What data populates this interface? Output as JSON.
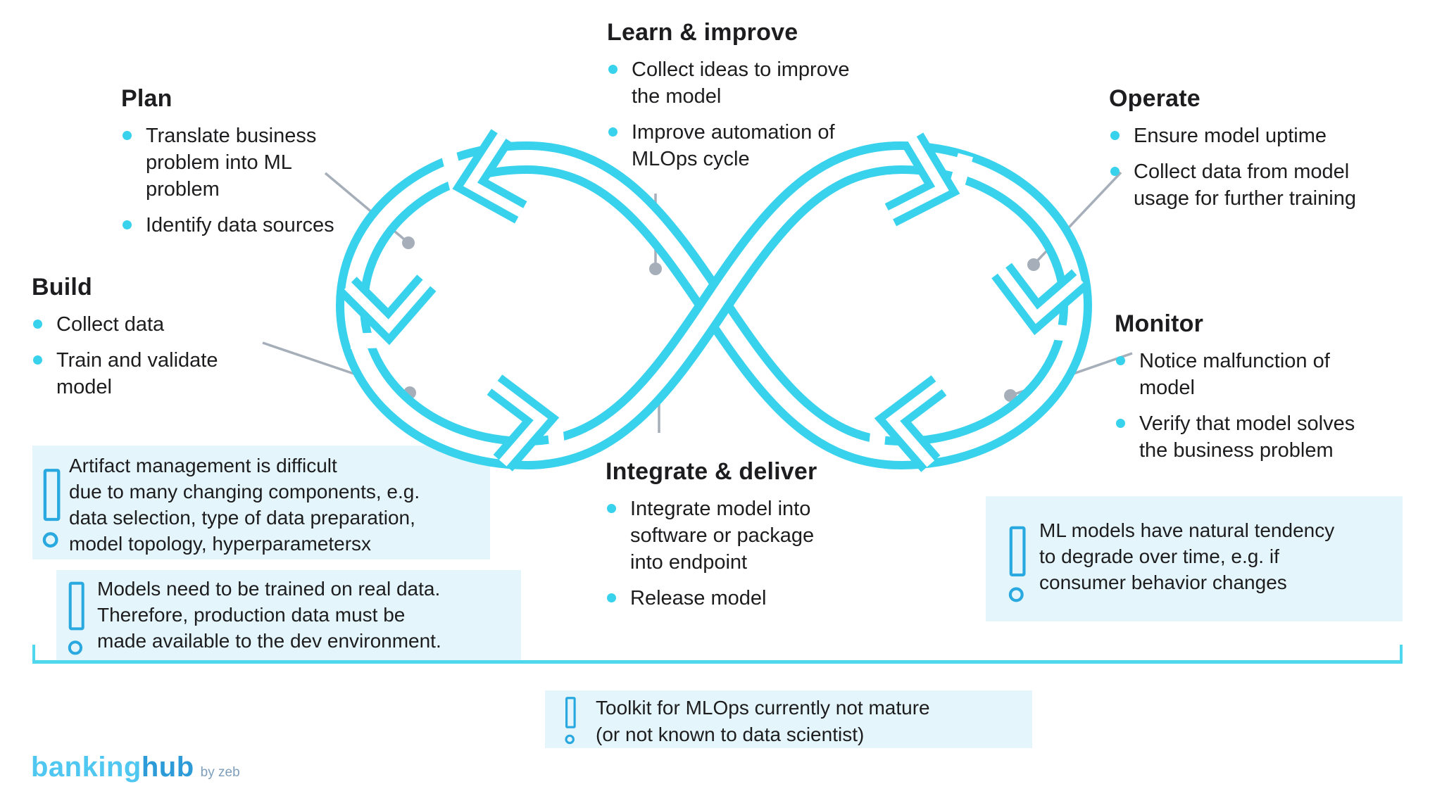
{
  "title_context": "MLOps cycle diagram",
  "colors": {
    "loop_cyan": "#38D2ED",
    "callout_bg": "#E4F6FB",
    "warning_icon_blue": "#29A9E0",
    "leader_line_gray": "#A6AFB9",
    "text": "#1D1D1F",
    "logo_banking": "#4FC7F0",
    "logo_hub": "#2E9BD9",
    "logo_byzeb": "#7E9EBB",
    "bracket_cyan": "#4FD7EE"
  },
  "icons": {
    "bullet": "cyan-dot",
    "warning": "exclamation-outline"
  },
  "sections": {
    "plan": {
      "title": "Plan",
      "bullets": [
        "Translate business\nproblem into ML\nproblem",
        "Identify data sources"
      ]
    },
    "learn": {
      "title": "Learn & improve",
      "bullets": [
        "Collect ideas to improve\nthe model",
        "Improve automation of\nMLOps cycle"
      ]
    },
    "operate": {
      "title": "Operate",
      "bullets": [
        "Ensure model uptime",
        "Collect data from model\nusage for further training"
      ]
    },
    "build": {
      "title": "Build",
      "bullets": [
        "Collect data",
        "Train and validate\nmodel"
      ]
    },
    "monitor": {
      "title": "Monitor",
      "bullets": [
        "Notice malfunction of\nmodel",
        "Verify that model solves\nthe business problem"
      ]
    },
    "integrate": {
      "title": "Integrate & deliver",
      "bullets": [
        "Integrate model into\nsoftware or package\ninto endpoint",
        "Release model"
      ]
    }
  },
  "callouts": {
    "artifact": "Artifact management is difficult\ndue to many changing components, e.g.\ndata selection, type of data preparation,\nmodel topology, hyperparametersx",
    "real_data": "Models need to be trained on real data.\nTherefore, production data must be\nmade available to the dev environment.",
    "degrade": "ML models have natural tendency\nto degrade over time, e.g. if\nconsumer behavior changes",
    "toolkit": "Toolkit for MLOps currently not mature\n(or not known to data scientist)"
  },
  "logo": {
    "part1": "banking",
    "part2": "hub",
    "suffix": "by zeb"
  }
}
